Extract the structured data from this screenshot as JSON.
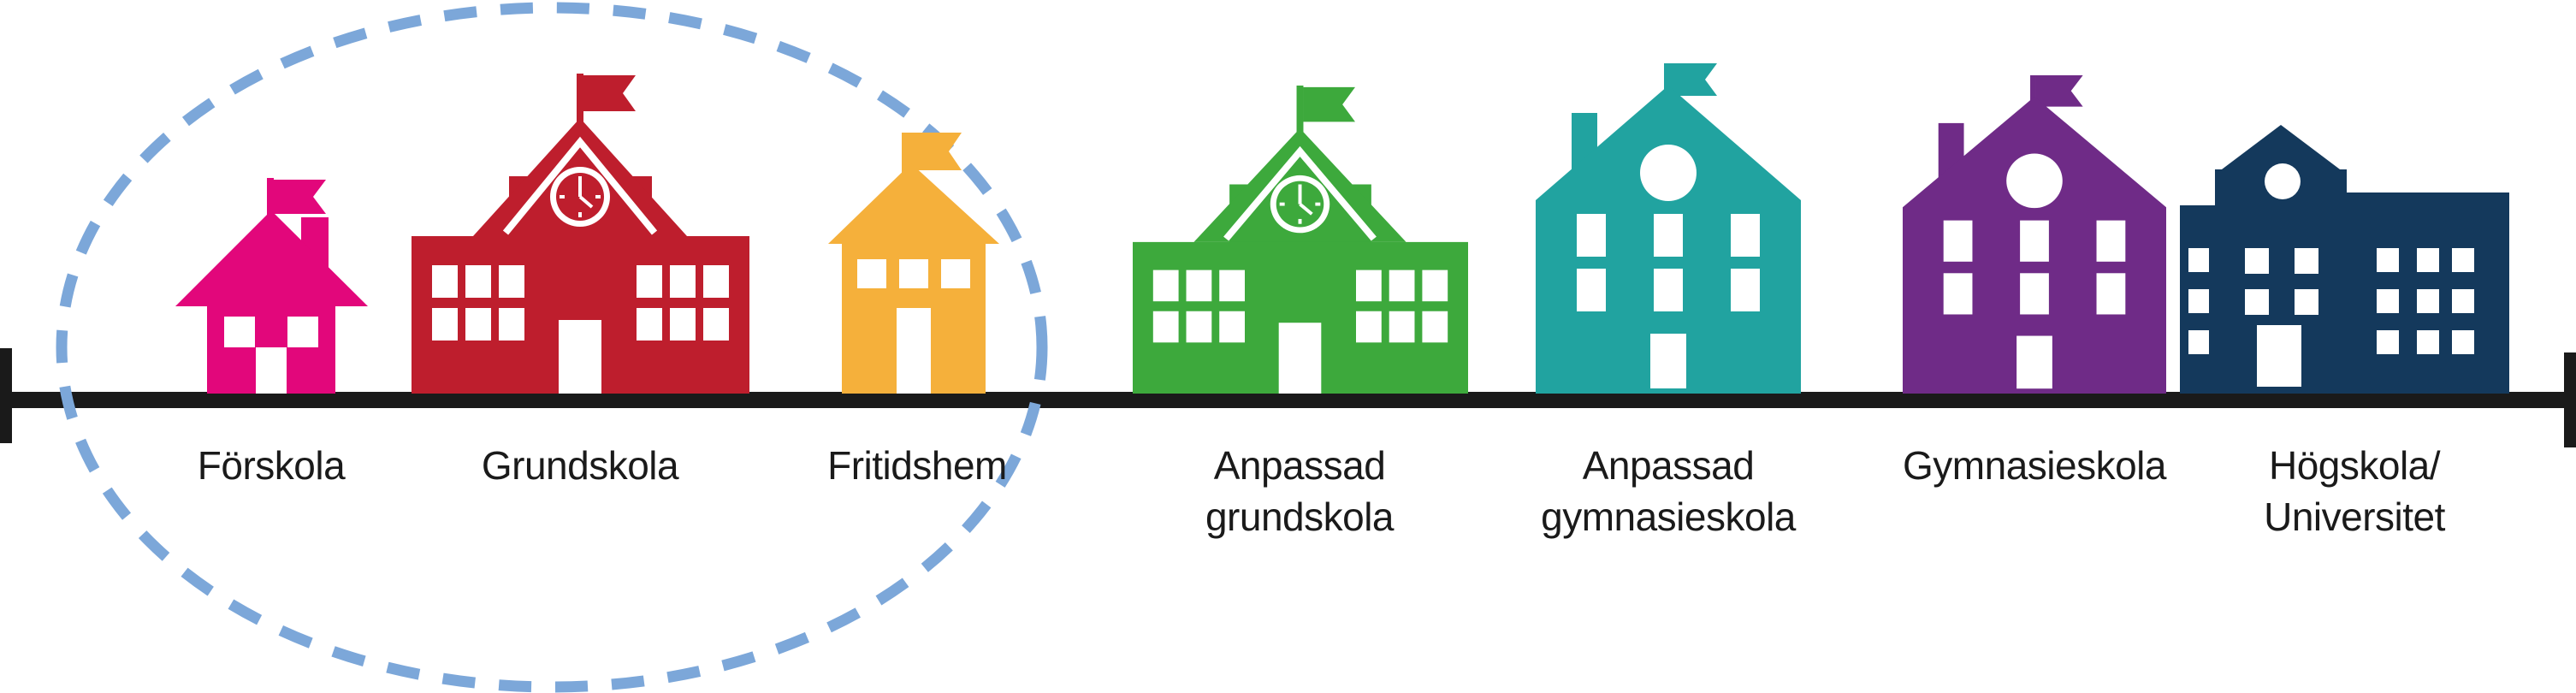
{
  "diagram": {
    "kind": "swedish-school-system-timeline"
  },
  "colors": {
    "timeline": "#1a1a1a",
    "ellipse_dash": "#7ca7d9",
    "label_text": "#1a1a1a",
    "window_white": "#ffffff"
  },
  "stages": [
    {
      "id": "forskola",
      "label": "Förskola",
      "label2": "",
      "color": "#e2077b",
      "icon": "house-with-flag"
    },
    {
      "id": "grundskola",
      "label": "Grundskola",
      "label2": "",
      "color": "#be1e2d",
      "icon": "schoolhouse-with-clock"
    },
    {
      "id": "fritidshem",
      "label": "Fritidshem",
      "label2": "",
      "color": "#f5b03b",
      "icon": "house-with-flag"
    },
    {
      "id": "anpassad_grundskola",
      "label": "Anpassad",
      "label2": "grundskola",
      "color": "#3da93c",
      "icon": "schoolhouse-with-clock"
    },
    {
      "id": "anpassad_gymnasieskola",
      "label": "Anpassad",
      "label2": "gymnasieskola",
      "color": "#21a3a0",
      "icon": "tall-gabled-building"
    },
    {
      "id": "gymnasieskola",
      "label": "Gymnasieskola",
      "label2": "",
      "color": "#6f2b87",
      "icon": "tall-gabled-building"
    },
    {
      "id": "hogskola_universitet",
      "label": "Högskola/",
      "label2": "Universitet",
      "color": "#14395c",
      "icon": "university-building"
    }
  ]
}
